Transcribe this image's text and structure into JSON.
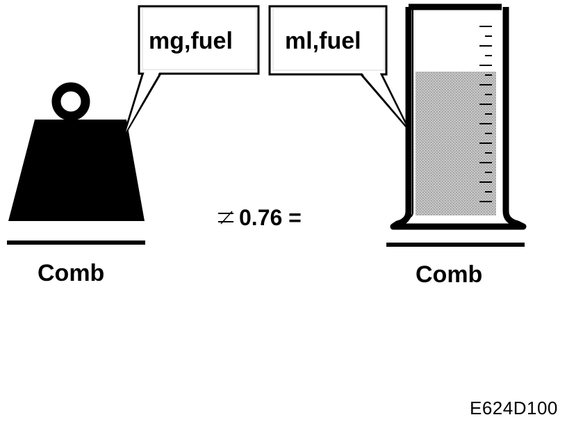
{
  "left_term": {
    "bubble_text": "mg,fuel",
    "label": "Comb",
    "icon": "weight-icon"
  },
  "equation": {
    "text": "0.76 ="
  },
  "right_term": {
    "bubble_text": "ml,fuel",
    "label": "Comb",
    "icon": "graduated-cylinder-icon"
  },
  "figure_code": "E624D100",
  "colors": {
    "ink": "#000000",
    "background": "#ffffff",
    "liquid": "#bdbdbd"
  }
}
